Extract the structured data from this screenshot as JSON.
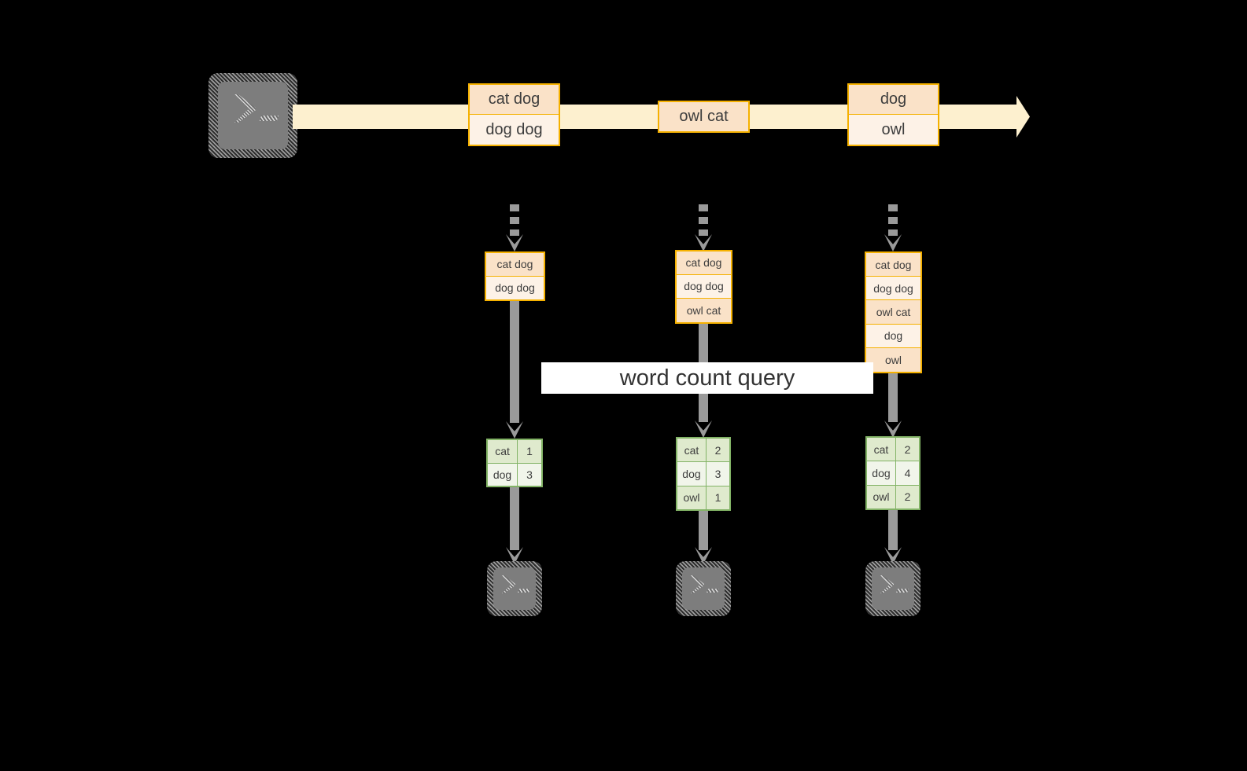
{
  "diagram": {
    "title_label": "word count query",
    "colors": {
      "background": "#000000",
      "stream_fill": "#fdf0cf",
      "record_border": "#f5b100",
      "record_fill_dark": "#fae2c8",
      "record_fill_light": "#fdf2e7",
      "table_border": "#82b366",
      "table_fill_dark": "#dfeacd",
      "table_fill_light": "#f1f5ea",
      "connector": "#9a9a9a",
      "terminal_face": "#7d7d7d",
      "label_background": "#ffffff"
    },
    "source": {
      "icon": "terminal-icon",
      "prompt_glyph": ">_"
    },
    "stream": {
      "icon": "right-arrow-icon",
      "events": [
        {
          "lines": [
            {
              "text": "cat dog",
              "shade": "dark"
            },
            {
              "text": "dog dog",
              "shade": "light"
            }
          ]
        },
        {
          "lines": [
            {
              "text": "owl cat",
              "shade": "dark"
            }
          ]
        },
        {
          "lines": [
            {
              "text": "dog",
              "shade": "dark"
            },
            {
              "text": "owl",
              "shade": "light"
            }
          ]
        }
      ]
    },
    "snapshots": [
      {
        "name": "snapshot-1",
        "accumulated": [
          {
            "text": "cat dog",
            "shade": "dark"
          },
          {
            "text": "dog dog",
            "shade": "light"
          }
        ],
        "result": {
          "rows": [
            {
              "word": "cat",
              "count": "1",
              "shade": "dark"
            },
            {
              "word": "dog",
              "count": "3",
              "shade": "light"
            }
          ]
        },
        "sink": {
          "icon": "terminal-icon",
          "prompt_glyph": ">_"
        }
      },
      {
        "name": "snapshot-2",
        "accumulated": [
          {
            "text": "cat dog",
            "shade": "dark"
          },
          {
            "text": "dog dog",
            "shade": "light"
          },
          {
            "text": "owl cat",
            "shade": "dark"
          }
        ],
        "result": {
          "rows": [
            {
              "word": "cat",
              "count": "2",
              "shade": "dark"
            },
            {
              "word": "dog",
              "count": "3",
              "shade": "light"
            },
            {
              "word": "owl",
              "count": "1",
              "shade": "dark"
            }
          ]
        },
        "sink": {
          "icon": "terminal-icon",
          "prompt_glyph": ">_"
        }
      },
      {
        "name": "snapshot-3",
        "accumulated": [
          {
            "text": "cat dog",
            "shade": "dark"
          },
          {
            "text": "dog dog",
            "shade": "light"
          },
          {
            "text": "owl cat",
            "shade": "dark"
          },
          {
            "text": "dog",
            "shade": "light"
          },
          {
            "text": "owl",
            "shade": "dark"
          }
        ],
        "result": {
          "rows": [
            {
              "word": "cat",
              "count": "2",
              "shade": "dark"
            },
            {
              "word": "dog",
              "count": "4",
              "shade": "light"
            },
            {
              "word": "owl",
              "count": "2",
              "shade": "dark"
            }
          ]
        },
        "sink": {
          "icon": "terminal-icon",
          "prompt_glyph": ">_"
        }
      }
    ]
  }
}
